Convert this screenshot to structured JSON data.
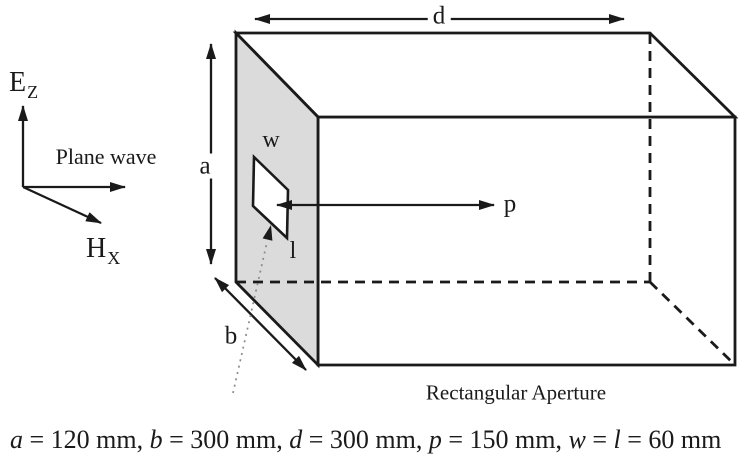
{
  "figure": {
    "labels": {
      "d": "d",
      "a": "a",
      "b": "b",
      "w": "w",
      "l": "l",
      "p": "p"
    },
    "axes": {
      "e_main": "E",
      "e_sub": "Z",
      "h_main": "H",
      "h_sub": "X",
      "plane_wave": "Plane wave"
    },
    "aperture_caption": "Rectangular Aperture",
    "colors": {
      "line": "#1a1a1a",
      "shaded_face_fill": "#dbdbdb",
      "leader_dots": "#8a8a8a",
      "background": "#ffffff"
    }
  },
  "dimensions_caption": {
    "var_a": "a",
    "seg_a": " = 120 mm, ",
    "var_b": "b",
    "seg_b": " = 300 mm, ",
    "var_d": "d",
    "seg_d": " = 300 mm, ",
    "var_p": "p",
    "seg_p": " = 150 mm, ",
    "var_w": "w",
    "seg_w": " = ",
    "var_l": "l",
    "seg_l": " = 60 mm"
  }
}
